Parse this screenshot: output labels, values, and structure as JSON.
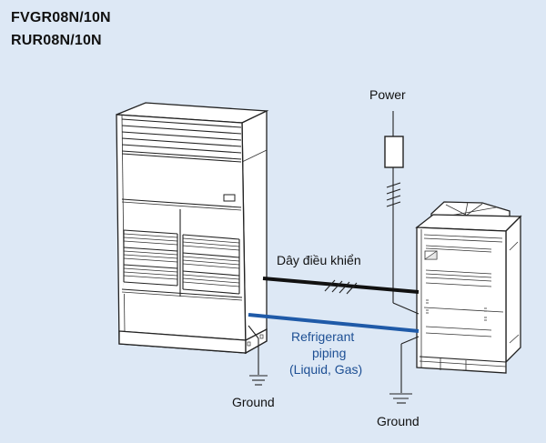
{
  "titles": [
    "FVGR08N/10N",
    "RUR08N/10N"
  ],
  "labels": {
    "power": "Power",
    "control_wire": "Dây điều khiển",
    "refrigerant_line1": "Refrigerant",
    "refrigerant_line2": "piping",
    "refrigerant_line3": "(Liquid, Gas)",
    "ground_indoor": "Ground",
    "ground_outdoor": "Ground"
  },
  "colors": {
    "background": "#dde8f5",
    "refrigerant_pipe": "#1f5aa8",
    "control_wire": "#111111"
  }
}
